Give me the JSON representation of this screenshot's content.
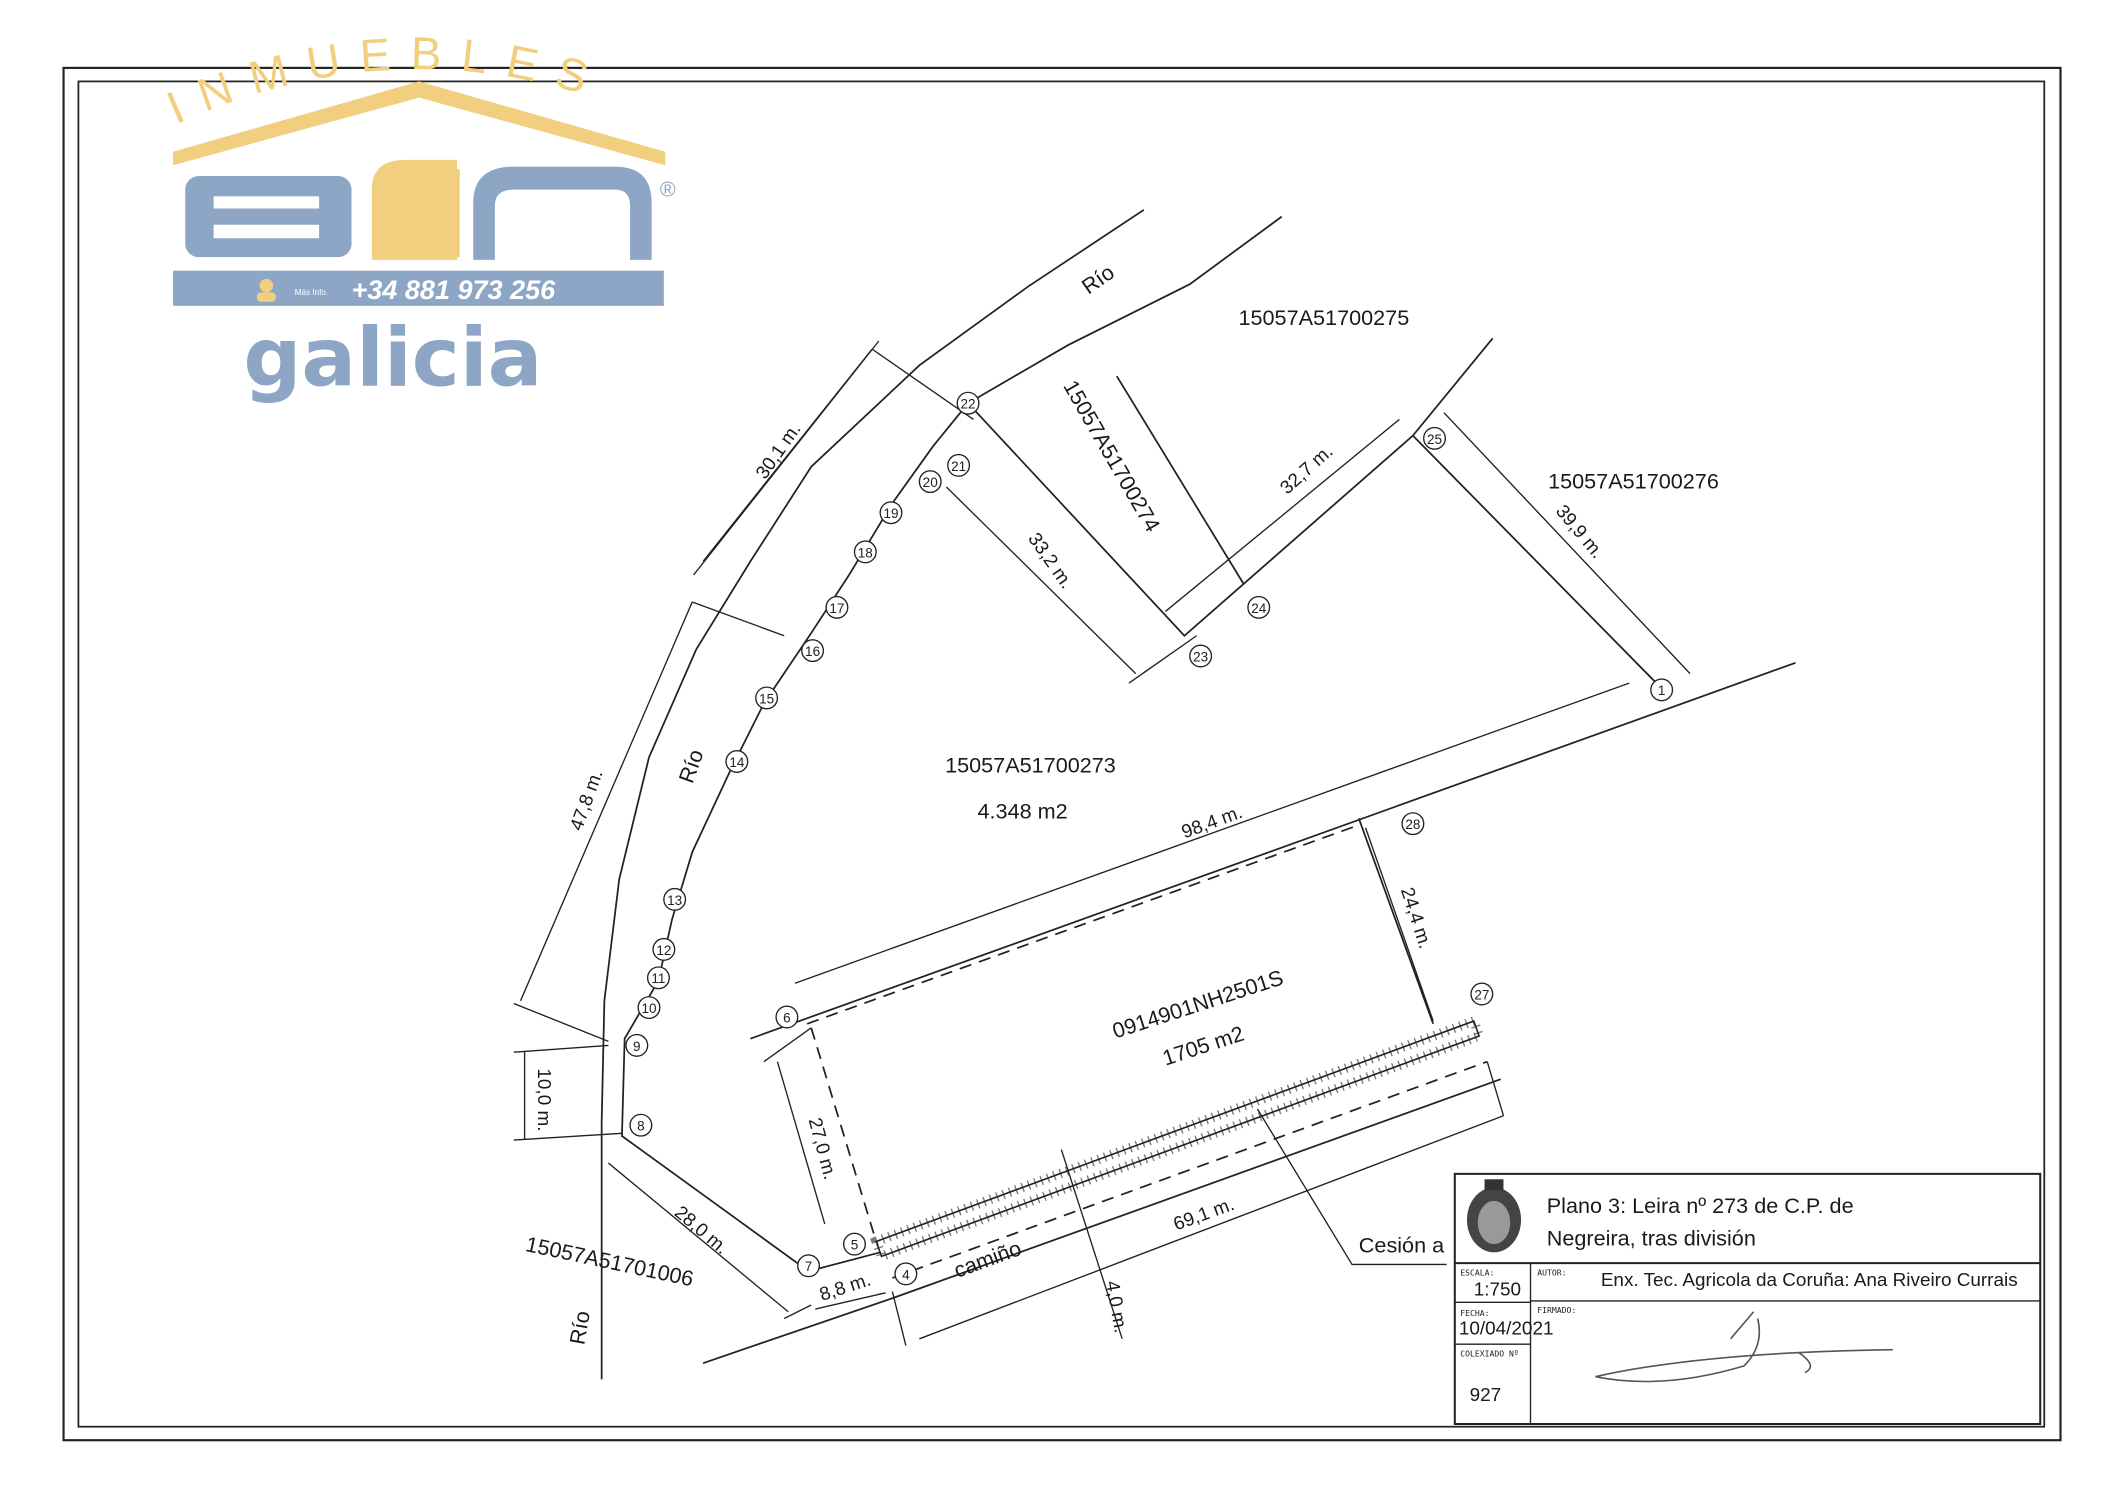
{
  "logo": {
    "top_text": "INMUEBLES",
    "brand": "BCN",
    "registered": "®",
    "info_label": "Más Info.",
    "phone": "+34 881 973 256",
    "region": "galicia",
    "colors": {
      "gold": "#f2cf7f",
      "blue": "#8ea6c6"
    }
  },
  "plan": {
    "parcels": {
      "p275": "15057A51700275",
      "p276": "15057A51700276",
      "p274": "15057A51700274",
      "p273": "15057A51700273",
      "p273_area": "4.348 m2",
      "building_ref": "0914901NH2501S",
      "building_area": "1705 m2",
      "p1006": "15057A51701006"
    },
    "labels": {
      "river_top": "Río",
      "river_mid": "Río",
      "river_bottom": "Río",
      "road": "camiño",
      "cession": "Cesión a"
    },
    "dimensions": {
      "d30_1": "30,1 m.",
      "d33_2": "33,2 m.",
      "d32_7": "32,7 m.",
      "d39_9": "39,9 m.",
      "d47_8": "47,8 m.",
      "d98_4": "98,4 m.",
      "d24_4": "24,4 m.",
      "d10_0": "10,0 m.",
      "d27_0": "27,0 m.",
      "d28_0": "28,0 m.",
      "d8_8": "8,8 m.",
      "d69_1": "69,1 m.",
      "d4_0": "4,0 m."
    },
    "points": [
      "1",
      "4",
      "5",
      "6",
      "7",
      "8",
      "9",
      "10",
      "11",
      "12",
      "13",
      "14",
      "15",
      "16",
      "17",
      "18",
      "19",
      "20",
      "21",
      "22",
      "23",
      "24",
      "25",
      "27",
      "28"
    ]
  },
  "title_block": {
    "title_line1": "Plano 3: Leira nº 273 de C.P. de",
    "title_line2": "Negreira, tras división",
    "scale_label": "ESCALA:",
    "scale_value": "1:750",
    "author_label": "AUTOR:",
    "author_value": "Enx. Tec. Agricola  da Coruña:  Ana Riveiro Currais",
    "date_label": "FECHA:",
    "date_value": "10/04/2021",
    "signed_label": "FIRMADO:",
    "college_label": "COLEXIADO Nº",
    "college_value": "927"
  }
}
